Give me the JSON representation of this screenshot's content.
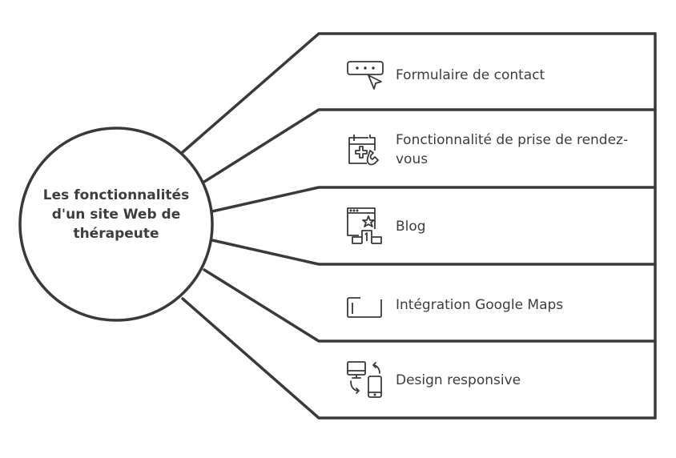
{
  "center": {
    "title": "Les fonctionnalités d'un site Web de thérapeute"
  },
  "items": [
    {
      "label": "Formulaire de contact",
      "icon": "contact-form-cursor-icon"
    },
    {
      "label": "Fonctionnalité de prise de rendez-vous",
      "icon": "calendar-phone-icon"
    },
    {
      "label": "Blog",
      "icon": "browser-star-podium-icon"
    },
    {
      "label": "Intégration Google Maps",
      "icon": "map-frame-icon"
    },
    {
      "label": "Design responsive",
      "icon": "desktop-mobile-sync-icon"
    }
  ],
  "colors": {
    "stroke": "#3a3a3a",
    "background": "#ffffff"
  }
}
